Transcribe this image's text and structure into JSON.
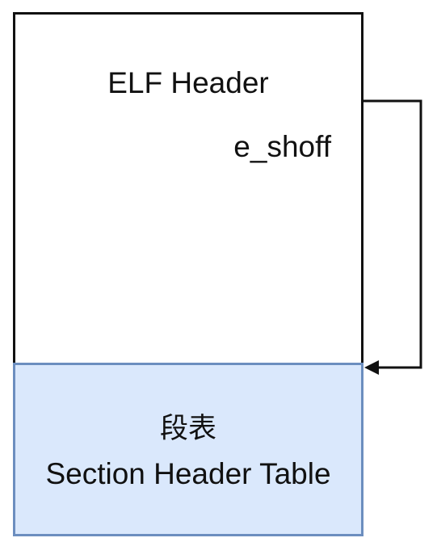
{
  "diagram": {
    "elf_header": {
      "title": "ELF Header",
      "field_label": "e_shoff"
    },
    "section_header_table": {
      "title_cn": "段表",
      "title_en": "Section Header Table"
    },
    "colors": {
      "stroke": "#111111",
      "highlight_fill": "#dae8fc",
      "highlight_stroke": "#6c8ebf"
    }
  }
}
